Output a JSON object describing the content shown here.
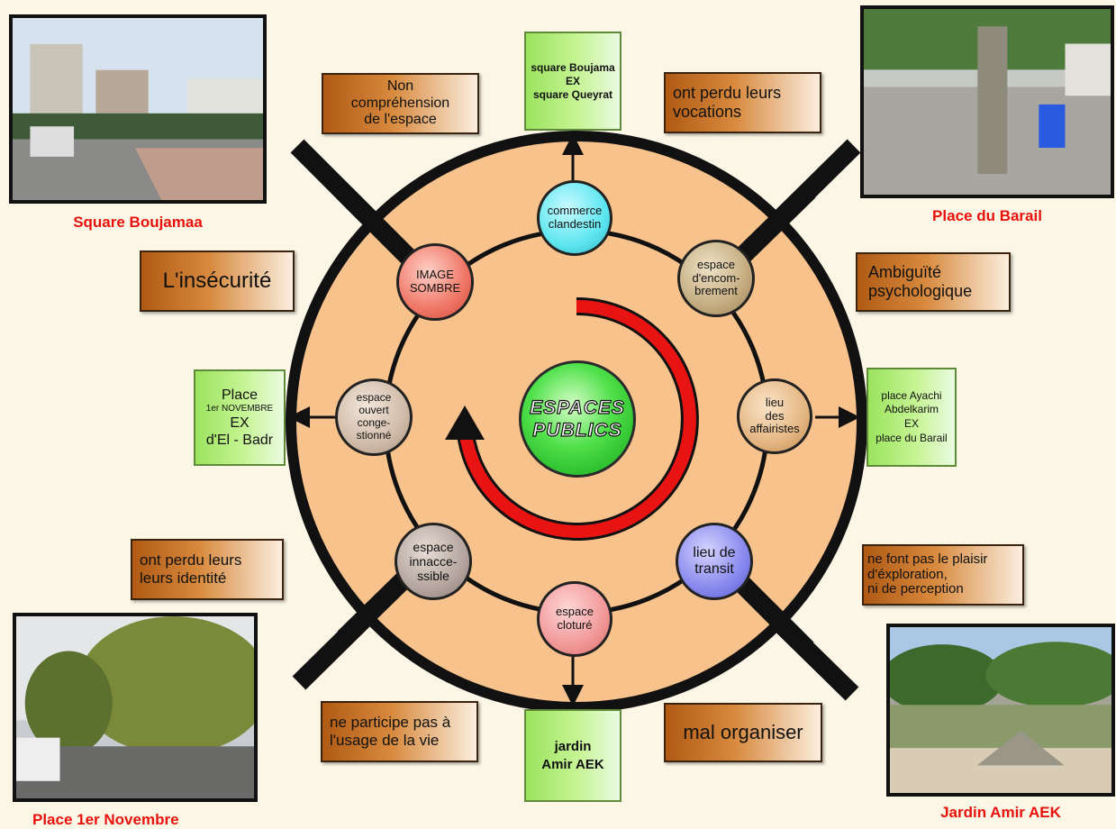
{
  "title": "ESPACES\nPUBLICS",
  "colors": {
    "background": "#fcf6e6",
    "outer_disc": "#f8c28c",
    "ring": "#111111",
    "arrow_red": "#e81414",
    "caption_red": "#e8120c",
    "green_box": "#b6ee78",
    "orange_box": "#c9731f"
  },
  "inner_nodes": [
    {
      "id": "commerce",
      "label": "commerce\nclandestin",
      "color": "#5ee6f0"
    },
    {
      "id": "encombrement",
      "label": "espace\nd'encom-\nbrement",
      "color": "#c4ac80"
    },
    {
      "id": "affairistes",
      "label": "lieu\ndes\naffairistes",
      "color": "#e4b682"
    },
    {
      "id": "transit",
      "label": "lieu de\ntransit",
      "color": "#8888ee"
    },
    {
      "id": "cloture",
      "label": "espace\ncloturé",
      "color": "#f29898"
    },
    {
      "id": "innaccessible",
      "label": "espace\ninnacce-\nssible",
      "color": "#b4a69e"
    },
    {
      "id": "congestionne",
      "label": "espace\nouvert\nconge-\nstionné",
      "color": "#d0bba8"
    },
    {
      "id": "image_sombre",
      "label": "IMAGE\nSOMBRE",
      "color": "#ef7666"
    }
  ],
  "place_boxes": {
    "top": "square Boujama\nEX\nsquare Queyrat",
    "right": "place  Ayachi\nAbdelkarim\nEX\nplace du Barail",
    "bottom": "jardin\nAmir AEK",
    "left_line1": "Place",
    "left_line2": "1er NOVEMBRE",
    "left_line3": "EX\nd'El - Badr"
  },
  "problem_boxes": {
    "non_comprehension": "Non\ncompréhension\nde l'espace",
    "vocations": "ont perdu leurs\nvocations",
    "insecurite": "L'insécurité",
    "ambiguite": "Ambiguïté\npsychologique",
    "identite": "ont perdu leurs\nleurs identité",
    "plaisir": "ne font pas le plaisir\nd'éxploration,\nni de perception",
    "participe": "ne participe pas à\nl'usage de la vie",
    "mal_organiser": "mal organiser"
  },
  "photos": [
    {
      "id": "square-boujamaa",
      "caption": "Square Boujamaa"
    },
    {
      "id": "place-du-barail",
      "caption": "Place du Barail"
    },
    {
      "id": "place-1er-novembre",
      "caption": "Place 1er Novembre"
    },
    {
      "id": "jardin-amir-aek",
      "caption": "Jardin Amir AEK"
    }
  ]
}
